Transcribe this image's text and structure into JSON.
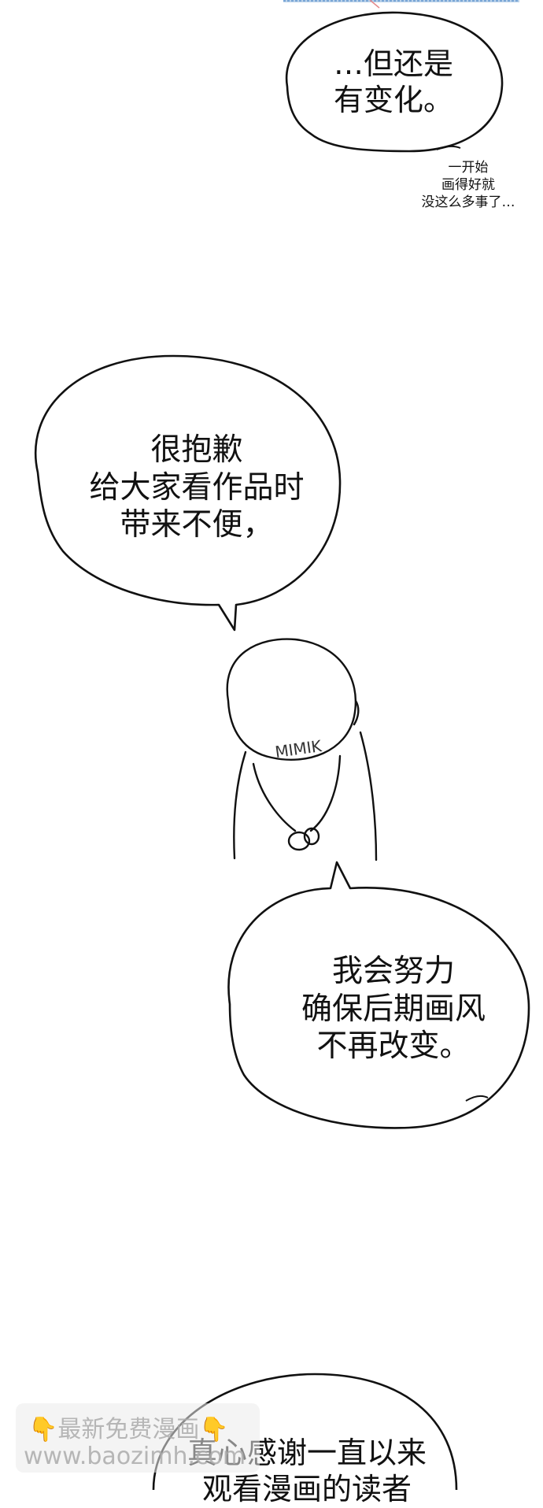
{
  "bubbles": [
    {
      "id": "top-right",
      "lines": [
        "…但还是",
        "有变化。"
      ]
    },
    {
      "id": "middle-left",
      "lines": [
        "很抱歉",
        "给大家看作品时",
        "带来不便，"
      ]
    },
    {
      "id": "middle-right",
      "lines": [
        "我会努力",
        "确保后期画风",
        "不再改变。"
      ]
    },
    {
      "id": "bottom",
      "lines": [
        "真心感谢一直以来",
        "观看漫画的读者"
      ]
    }
  ],
  "aside_note": [
    "一开始",
    "画得好就",
    "没这么多事了…"
  ],
  "figure_label": "MIMIK",
  "watermark": {
    "line1": "最新免费漫画",
    "line2": "www.baozimh.com",
    "pointer": "👇"
  },
  "colors": {
    "ink": "#111111",
    "paper": "#ffffff",
    "watermark": "#aaaaaa",
    "pointer": "#f2b200"
  }
}
